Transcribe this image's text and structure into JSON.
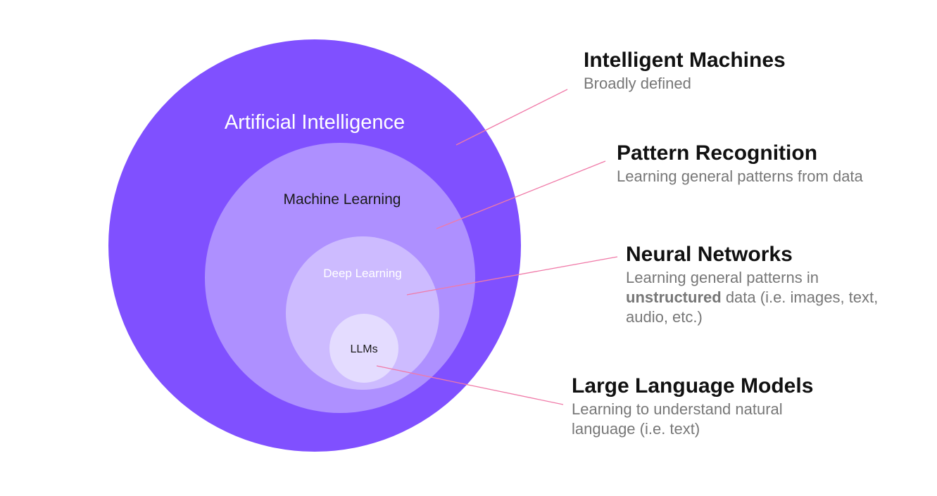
{
  "colors": {
    "ai_fill": "#8050ff",
    "ml_fill": "#ae90ff",
    "dl_fill": "#cdbbff",
    "llm_fill": "#e4dcff",
    "connector": "#f07aa8",
    "title_text": "#111111",
    "desc_text": "#777777"
  },
  "circles": {
    "ai": {
      "label": "Artificial Intelligence"
    },
    "ml": {
      "label": "Machine Learning"
    },
    "dl": {
      "label": "Deep Learning"
    },
    "llm": {
      "label": "LLMs"
    }
  },
  "annotations": {
    "intelligent_machines": {
      "title": "Intelligent Machines",
      "description": "Broadly defined"
    },
    "pattern_recognition": {
      "title": "Pattern Recognition",
      "description": "Learning general patterns from data"
    },
    "neural_networks": {
      "title": "Neural Networks",
      "description_before": "Learning general patterns in",
      "description_emphasis": "unstructured",
      "description_after": "data (i.e. images, text, audio, etc.)"
    },
    "large_language_models": {
      "title": "Large Language Models",
      "description": "Learning to understand natural language (i.e. text)"
    }
  }
}
